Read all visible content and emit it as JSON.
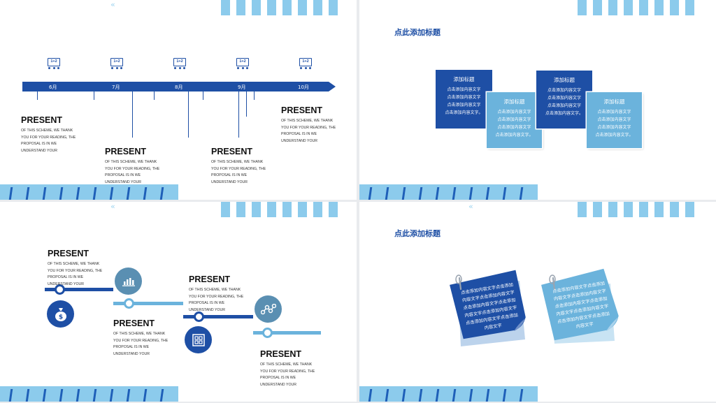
{
  "colors": {
    "dark_blue": "#1e4fa5",
    "light_blue": "#8ccbec",
    "mid_blue": "#6bb3dc",
    "steel_blue": "#5a8fb2"
  },
  "slide1": {
    "months": [
      "6月",
      "7月",
      "8月",
      "9月",
      "10月"
    ],
    "icon_text": "1+2",
    "blocks": [
      {
        "heading": "PRESENT",
        "body": "OF THIS SCHEME, WE THANK YOU FOR YOUR READING, THE PROPOSAL IS IN WE UNDERSTAND YOUR"
      },
      {
        "heading": "PRESENT",
        "body": "OF THIS SCHEME, WE THANK YOU FOR YOUR READING, THE PROPOSAL IS IN WE UNDERSTAND YOUR"
      },
      {
        "heading": "PRESENT",
        "body": "OF THIS SCHEME, WE THANK YOU FOR YOUR READING, THE PROPOSAL IS IN WE UNDERSTAND YOUR"
      },
      {
        "heading": "PRESENT",
        "body": "OF THIS SCHEME, WE THANK YOU FOR YOUR READING, THE PROPOSAL IS IN WE UNDERSTAND YOUR"
      }
    ]
  },
  "slide2": {
    "title": "点此添加标题",
    "cards": [
      {
        "title": "添加标题",
        "lines": [
          "点击添加内容文字",
          "点击添加内容文字",
          "点击添加内容文字",
          "点击添加内容文字。"
        ]
      },
      {
        "title": "添加标题",
        "lines": [
          "点击添加内容文字",
          "点击添加内容文字",
          "点击添加内容文字",
          "点击添加内容文字。"
        ]
      },
      {
        "title": "添加标题",
        "lines": [
          "点击添加内容文字",
          "点击添加内容文字",
          "点击添加内容文字",
          "点击添加内容文字。"
        ]
      },
      {
        "title": "添加标题",
        "lines": [
          "点击添加内容文字",
          "点击添加内容文字",
          "点击添加内容文字",
          "点击添加内容文字。"
        ]
      }
    ]
  },
  "slide3": {
    "blocks": [
      {
        "heading": "PRESENT",
        "body": "OF THIS SCHEME, WE THANK YOU FOR YOUR READING, THE PROPOSAL IS IN WE UNDERSTAND YOUR"
      },
      {
        "heading": "PRESENT",
        "body": "OF THIS SCHEME, WE THANK YOU FOR YOUR READING, THE PROPOSAL IS IN WE UNDERSTAND YOUR"
      },
      {
        "heading": "PRESENT",
        "body": "OF THIS SCHEME, WE THANK YOU FOR YOUR READING, THE PROPOSAL IS IN WE UNDERSTAND YOUR"
      },
      {
        "heading": "PRESENT",
        "body": "OF THIS SCHEME, WE THANK YOU FOR YOUR READING, THE PROPOSAL IS IN WE UNDERSTAND YOUR"
      }
    ],
    "icons": [
      "money-bag-icon",
      "bar-chart-icon",
      "grid-icon",
      "share-icon"
    ]
  },
  "slide4": {
    "title": "点此添加标题",
    "notes": [
      {
        "lines": [
          "点击添加内容文字点击添加",
          "内容文字点击添加内容文字",
          "点击添加内容文字点击添加",
          "内容文字点击添加内容文字",
          "点击添加内容文字点击添加",
          "内容文字"
        ]
      },
      {
        "lines": [
          "点击添加内容文字点击添加",
          "内容文字点击添加内容文字",
          "点击添加内容文字点击添加",
          "内容文字点击添加内容文字",
          "点击添加内容文字点击添加",
          "内容文字"
        ]
      }
    ]
  }
}
